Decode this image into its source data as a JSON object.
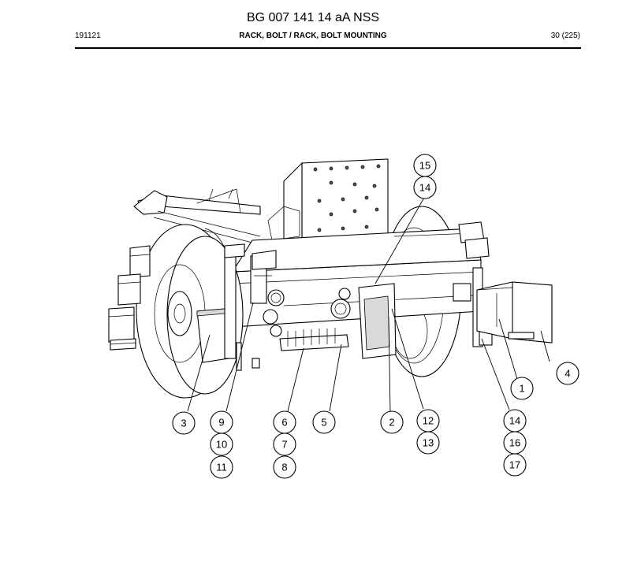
{
  "header": {
    "document_code": "BG 007 141 14 aA NSS",
    "date_code": "191121",
    "section_title": "RACK, BOLT / RACK, BOLT MOUNTING",
    "page_info": "30 (225)"
  },
  "callouts": {
    "c1": "1",
    "c2": "2",
    "c3": "3",
    "c4": "4",
    "c5": "5",
    "c6": "6",
    "c7": "7",
    "c8": "8",
    "c9": "9",
    "c10": "10",
    "c11": "11",
    "c12": "12",
    "c13": "13",
    "c14a": "14",
    "c14b": "14",
    "c15": "15",
    "c16": "16",
    "c17": "17"
  }
}
